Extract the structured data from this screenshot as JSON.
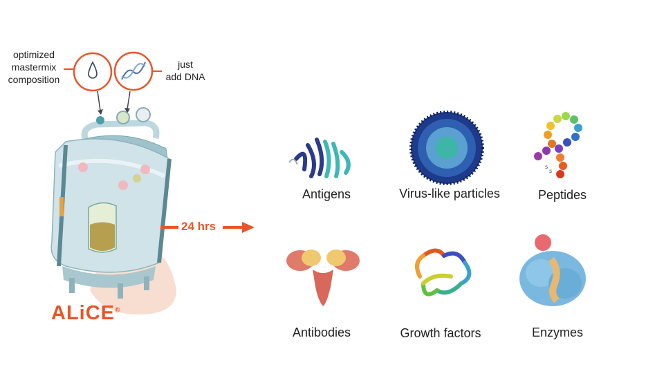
{
  "callouts": {
    "mastermix": [
      "optimized",
      "mastermix",
      "composition"
    ],
    "dna": [
      "just",
      "add DNA"
    ]
  },
  "arrow_label": "24 hrs",
  "logo_text": "ALiCE",
  "logo_mark": "®",
  "colors": {
    "accent": "#e8552a",
    "tank": "#cfe3e8",
    "shadow": "#f6d6c4"
  },
  "products": [
    {
      "label": "Antigens"
    },
    {
      "label": "Virus-like particles"
    },
    {
      "label": "Peptides"
    },
    {
      "label": "Antibodies"
    },
    {
      "label": "Growth factors"
    },
    {
      "label": "Enzymes"
    }
  ]
}
